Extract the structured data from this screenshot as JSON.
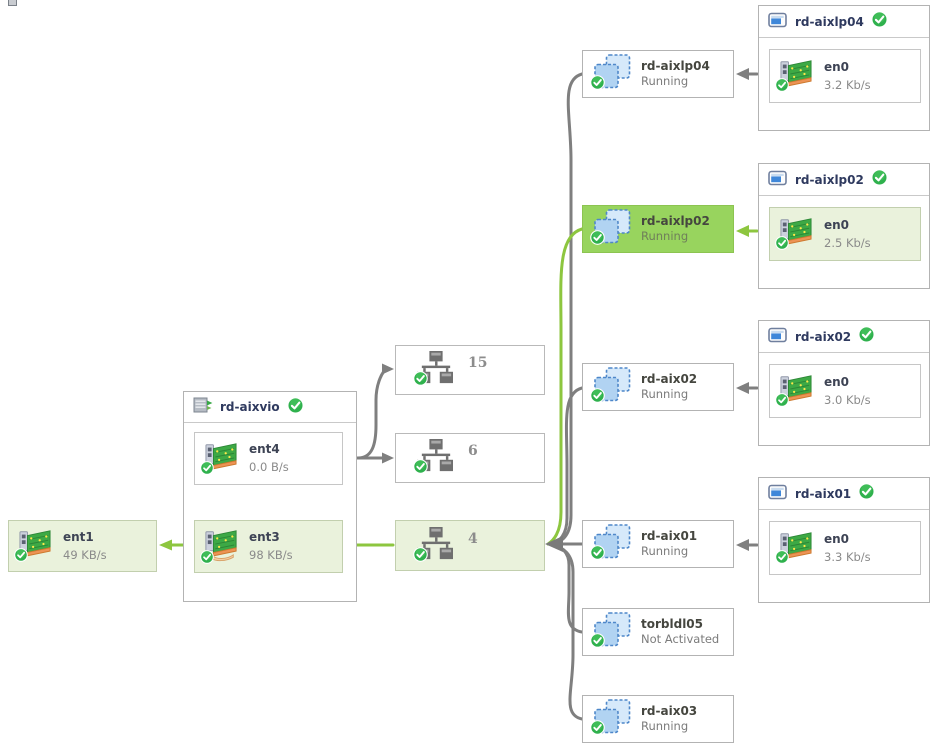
{
  "diagram_title": "",
  "colors": {
    "highlight_strong": "#98d45e",
    "highlight_soft": "#eaf2dc",
    "edge_green": "#8dc63f",
    "edge_gray": "#7f7f7f",
    "check_green": "#2fb14d",
    "title_navy": "#2f3a5f",
    "nic_green": "#3da945",
    "lpar_blue": "#b1d3f2"
  },
  "icons": {
    "host": "computer-icon",
    "rack": "server-rack-icon",
    "lpar": "vm-partition-icon",
    "nic": "network-adapter-icon",
    "nic_shared": "shared-network-adapter-icon",
    "switch": "network-switch-icon",
    "check": "status-ok-check-icon"
  },
  "hosts": [
    {
      "name": "rd-aixlp04",
      "adapter": {
        "name": "en0",
        "rate": "3.2 Kb/s",
        "highlight": false
      }
    },
    {
      "name": "rd-aixlp02",
      "adapter": {
        "name": "en0",
        "rate": "2.5 Kb/s",
        "highlight": true
      }
    },
    {
      "name": "rd-aix02",
      "adapter": {
        "name": "en0",
        "rate": "3.0 Kb/s",
        "highlight": false
      }
    },
    {
      "name": "rd-aix01",
      "adapter": {
        "name": "en0",
        "rate": "3.3 Kb/s",
        "highlight": false
      }
    }
  ],
  "lpars": [
    {
      "name": "rd-aixlp04",
      "status": "Running",
      "highlight": false
    },
    {
      "name": "rd-aixlp02",
      "status": "Running",
      "highlight": true
    },
    {
      "name": "rd-aix02",
      "status": "Running",
      "highlight": false
    },
    {
      "name": "rd-aix01",
      "status": "Running",
      "highlight": false
    },
    {
      "name": "torbldl05",
      "status": "Not Activated",
      "highlight": false
    },
    {
      "name": "rd-aix03",
      "status": "Running",
      "highlight": false
    }
  ],
  "vio": {
    "name": "rd-aixvio",
    "adapters": [
      {
        "name": "ent4",
        "rate": "0.0 B/s",
        "highlight": false
      },
      {
        "name": "ent3",
        "rate": "98 KB/s",
        "highlight": true
      }
    ]
  },
  "switches": [
    {
      "label": "15",
      "highlight": false
    },
    {
      "label": "6",
      "highlight": false
    },
    {
      "label": "4",
      "highlight": true
    }
  ],
  "physical_adapter": {
    "name": "ent1",
    "rate": "49 KB/s",
    "highlight": true
  }
}
